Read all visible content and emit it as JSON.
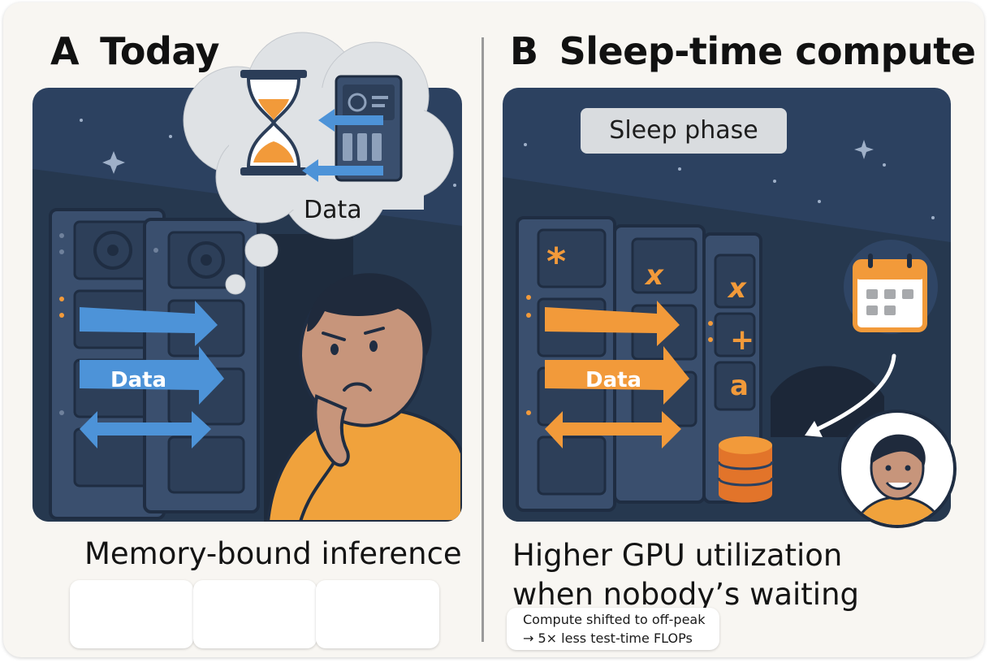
{
  "panels": {
    "a": {
      "letter": "A",
      "title": "Today",
      "thought_label": "Data",
      "arrow_label": "Data",
      "caption": "Memory-bound inference"
    },
    "b": {
      "letter": "B",
      "title": "Sleep-time compute",
      "phase_badge": "Sleep phase",
      "arrow_label": "Data",
      "symbols": [
        "*",
        "x",
        "x",
        "+",
        "a"
      ],
      "caption_line1": "Higher GPU utilization",
      "caption_line2": "when nobody’s waiting",
      "note_line1": "Compute shifted to off-peak",
      "note_line2": "→ 5× less test-time FLOPs"
    }
  },
  "colors": {
    "scene_bg": "#2c4160",
    "arrow_blue": "#4d93d8",
    "arrow_orange": "#f29a3a",
    "shirt": "#f0a23c",
    "skin": "#c7957b"
  },
  "icons": [
    "hourglass-icon",
    "server-icon",
    "calendar-icon",
    "database-icon",
    "sparkle-icon"
  ]
}
